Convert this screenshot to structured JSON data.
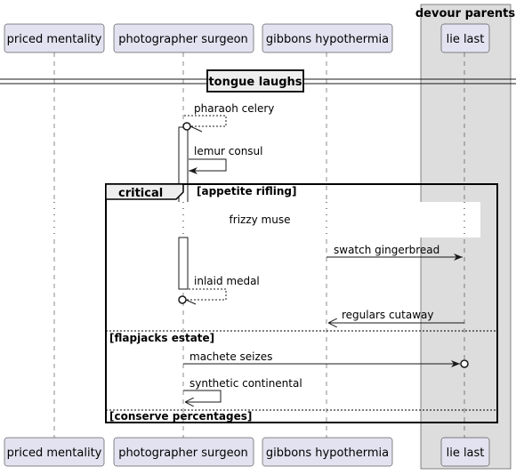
{
  "participants": [
    {
      "id": "p1",
      "label": "priced mentality"
    },
    {
      "id": "p2",
      "label": "photographer surgeon"
    },
    {
      "id": "p3",
      "label": "gibbons hypothermia"
    },
    {
      "id": "p4",
      "label": "lie last"
    }
  ],
  "box": {
    "label": "devour parents",
    "fill": "#dddddd"
  },
  "divider": {
    "label": "tongue laughs"
  },
  "group": {
    "keyword": "critical",
    "guard": "[appetite rifling]",
    "else_1": "[flapjacks estate]",
    "else_2": "[conserve percentages]"
  },
  "delay": {
    "label": "frizzy muse"
  },
  "messages": [
    {
      "label": "pharaoh celery"
    },
    {
      "label": "lemur consul"
    },
    {
      "label": "swatch gingerbread"
    },
    {
      "label": "inlaid medal"
    },
    {
      "label": "regulars cutaway"
    },
    {
      "label": "machete seizes"
    },
    {
      "label": "synthetic continental"
    }
  ],
  "colors": {
    "participant_fill": "#e2e2f0",
    "participant_border": "#181818",
    "line": "#181818",
    "lifeline": "#181818"
  }
}
